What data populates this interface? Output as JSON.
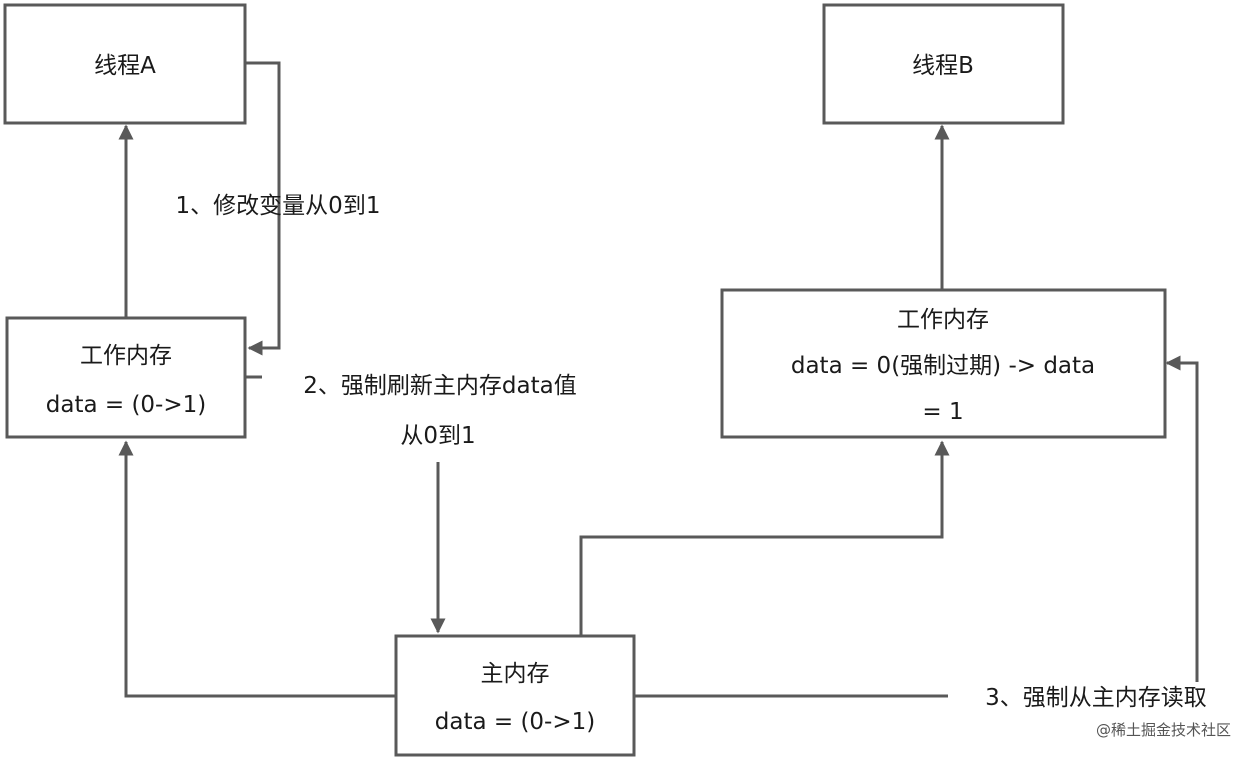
{
  "nodes": {
    "thread_a": {
      "title": "线程A"
    },
    "thread_b": {
      "title": "线程B"
    },
    "work_mem_a": {
      "title": "工作内存",
      "line2": "data = (0->1)"
    },
    "work_mem_b": {
      "title": "工作内存",
      "line2": "data = 0(强制过期) -> data",
      "line3": "= 1"
    },
    "main_mem": {
      "title": "主内存",
      "line2": "data = (0->1)"
    }
  },
  "edge_labels": {
    "step1": "1、修改变量从0到1",
    "step2_line1": "2、强制刷新主内存data值",
    "step2_line2": "从0到1",
    "step3": "3、强制从主内存读取"
  },
  "watermark": "@稀土掘金技术社区",
  "colors": {
    "stroke": "#595959",
    "text": "#1a1a1a",
    "background": "#ffffff"
  }
}
